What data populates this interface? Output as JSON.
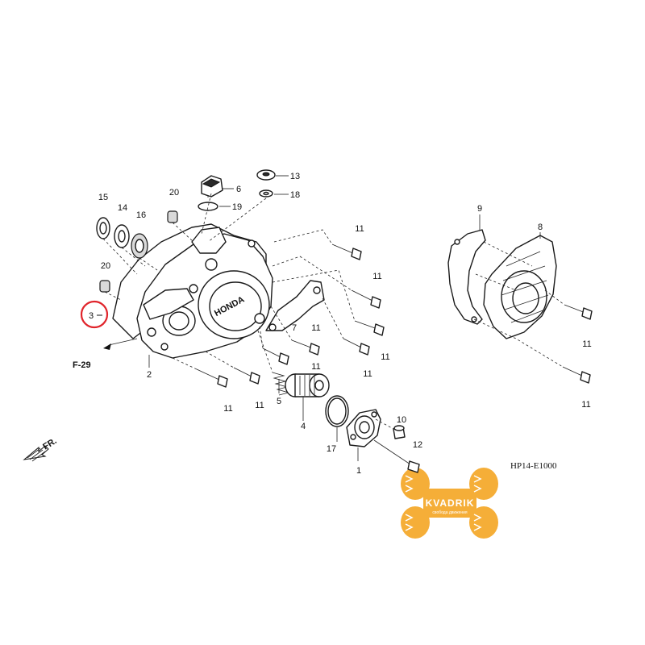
{
  "diagram": {
    "callouts": [
      "1",
      "2",
      "3",
      "4",
      "5",
      "6",
      "7",
      "9",
      "8",
      "10",
      "11",
      "12",
      "13",
      "14",
      "15",
      "16",
      "17",
      "18",
      "19",
      "20"
    ],
    "ref_label": "F-29",
    "direction_label": "FR.",
    "drawing_code": "HP14-E1000",
    "cover_brand": "HONDA",
    "highlight_color": "#e0242b"
  },
  "watermark": {
    "brand": "KVADRIK",
    "tagline": "свобода движения",
    "color": "#f5a623"
  }
}
